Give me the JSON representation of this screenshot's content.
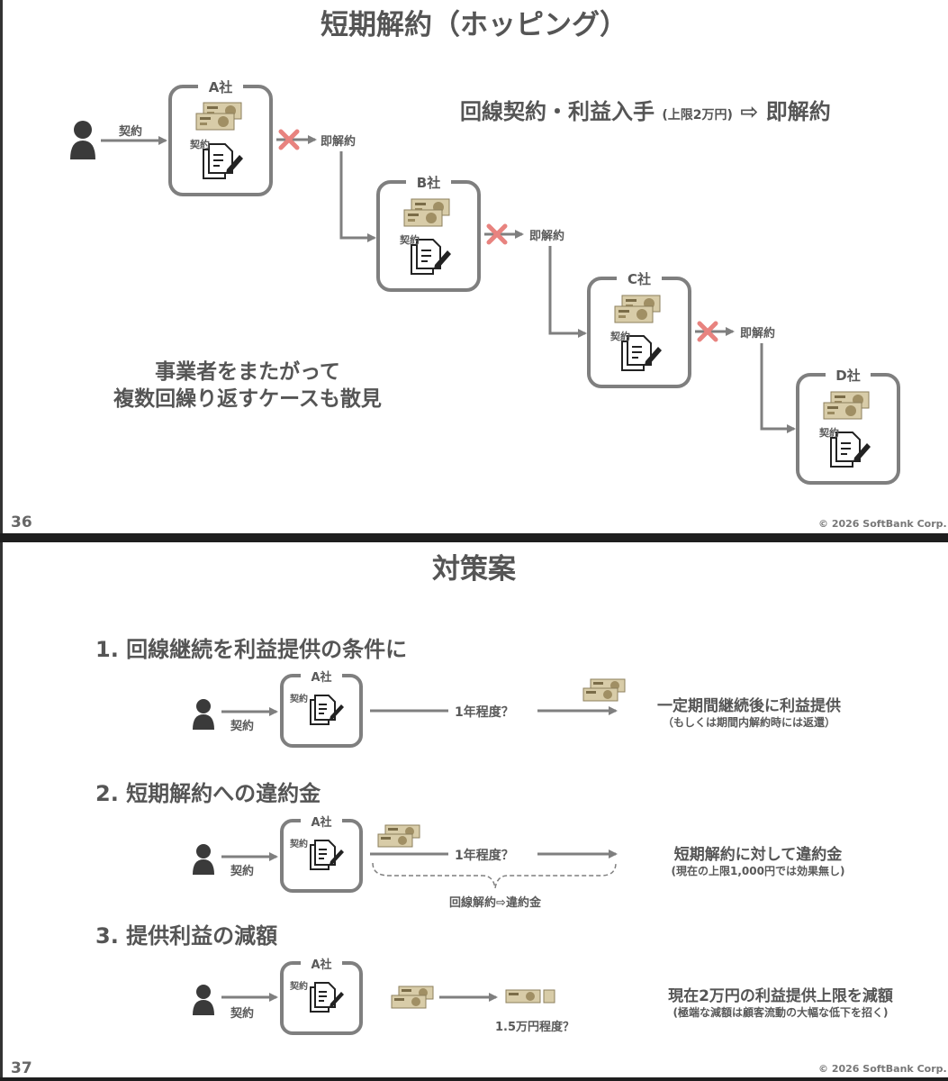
{
  "slide36": {
    "title": "短期解約（ホッピング）",
    "headline_main": "回線契約・利益入手",
    "headline_small": "(上限2万円)",
    "headline_arrow": "⇨",
    "headline_end": "即解約",
    "contract_label": "契約",
    "companies": [
      {
        "name": "A社",
        "doc_label": "契約"
      },
      {
        "name": "B社",
        "doc_label": "契約"
      },
      {
        "name": "C社",
        "doc_label": "契約"
      },
      {
        "name": "D社",
        "doc_label": "契約"
      }
    ],
    "cancel_labels": [
      "即解約",
      "即解約",
      "即解約"
    ],
    "note_lines": [
      "事業者をまたがって",
      "複数回繰り返すケースも散見"
    ],
    "slide_number": "36",
    "copyright": "© 2026 SoftBank Corp."
  },
  "slide37": {
    "title": "対策案",
    "items": [
      {
        "heading": "1.  回線継続を利益提供の条件に",
        "company": "A社",
        "doc_label": "契約",
        "contract_label": "契約",
        "period": "1年程度？",
        "desc_main": "一定期間継続後に利益提供",
        "desc_sub": "（もしくは期間内解約時には返還）"
      },
      {
        "heading": "2.  短期解約への違約金",
        "company": "A社",
        "doc_label": "契約",
        "contract_label": "契約",
        "period": "1年程度？",
        "brace_label": "回線解約⇨違約金",
        "desc_main": "短期解約に対して違約金",
        "desc_sub": "(現在の上限1,000円では効果無し)"
      },
      {
        "heading": "3.  提供利益の減額",
        "company": "A社",
        "doc_label": "契約",
        "contract_label": "契約",
        "reduced_label": "1.5万円程度？",
        "desc_main": "現在2万円の利益提供上限を減額",
        "desc_sub": "(極端な減額は顧客流動の大幅な低下を招く)"
      }
    ],
    "slide_number": "37",
    "copyright": "© 2026 SoftBank Corp."
  },
  "icons": {
    "person": "person-icon",
    "money": "banknote-icon",
    "document": "contract-document-icon",
    "cross": "cross-mark-icon"
  },
  "colors": {
    "text": "#595959",
    "box_border": "#7f7f7f",
    "arrow": "#7f7f7f",
    "cross": "#e8837f",
    "money": "#c9b88c"
  }
}
